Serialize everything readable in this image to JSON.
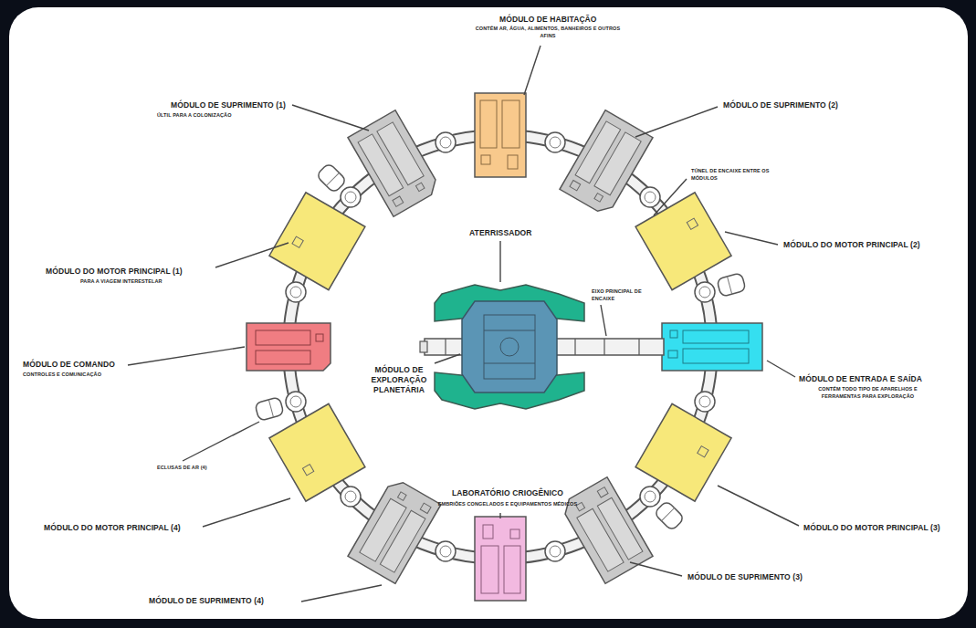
{
  "diagram": {
    "labels": [
      "MÓDULO DE HABITAÇÃO",
      "CONTÉM AR, ÁGUA, ALIMENTOS, BANHEIROS E OUTROS AFINS",
      "MÓDULO DE SUPRIMENTO (1)",
      "ÚLTIL PARA A COLONIZAÇÃO",
      "MÓDULO DE SUPRIMENTO (2)",
      "TÚNEL DE ENCAIXE ENTRE OS MÓDULOS",
      "ATERRISSADOR",
      "MÓDULO DO MOTOR PRINCIPAL (2)",
      "MÓDULO DO MOTOR PRINCIPAL (1)",
      "PARA A VIAGEM INTERESTELAR",
      "EIXO PRINCIPAL DE ENCAIXE",
      "MÓDULO DE COMANDO",
      "CONTROLES E COMUNICAÇÃO",
      "MÓDULO DE EXPLORAÇÃO PLANETÁRIA",
      "MÓDULO DE ENTRADA E SAÍDA",
      "CONTÉM TODO TIPO DE APARELHOS E FERRAMENTAS PARA EXPLORAÇÃO",
      "ECLUSAS DE AR (4)",
      "LABORATÓRIO CRIOGÊNICO",
      "EMBRIÕES CONGELADOS E EQUIPAMENTOS MÉDICOS",
      "MÓDULO DO MOTOR PRINCIPAL (4)",
      "MÓDULO DO MOTOR PRINCIPAL (3)",
      "MÓDULO DE SUPRIMENTO (3)",
      "MÓDULO DE SUPRIMENTO (4)"
    ]
  }
}
